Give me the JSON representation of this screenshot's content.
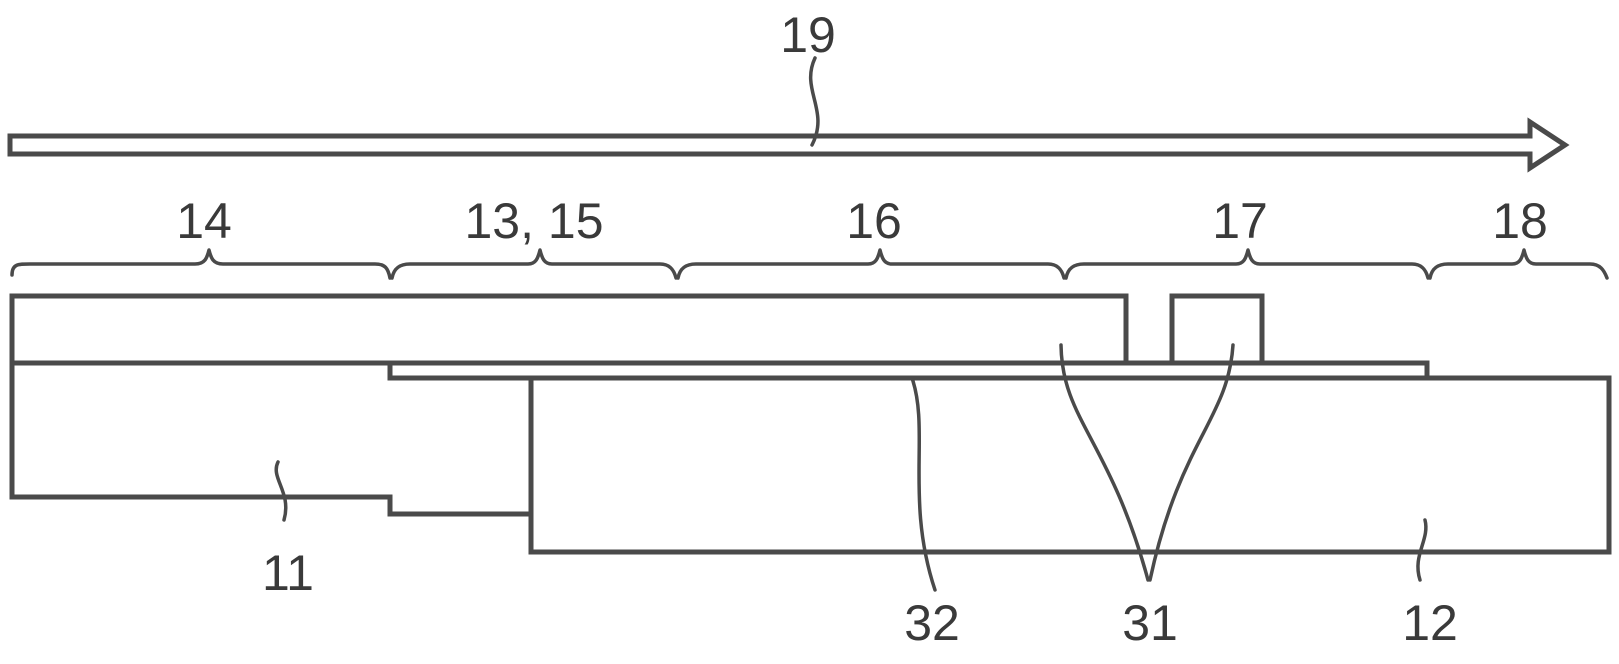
{
  "figure": {
    "labels": {
      "arrow": "19",
      "region_a": "14",
      "region_b": "13, 15",
      "region_c": "16",
      "region_d": "17",
      "region_e": "18",
      "part_left": "11",
      "interface": "32",
      "joints": "31",
      "part_right": "12"
    },
    "colors": {
      "stroke": "#4a4a4a",
      "text": "#3a3a3a",
      "background": "#ffffff"
    }
  }
}
